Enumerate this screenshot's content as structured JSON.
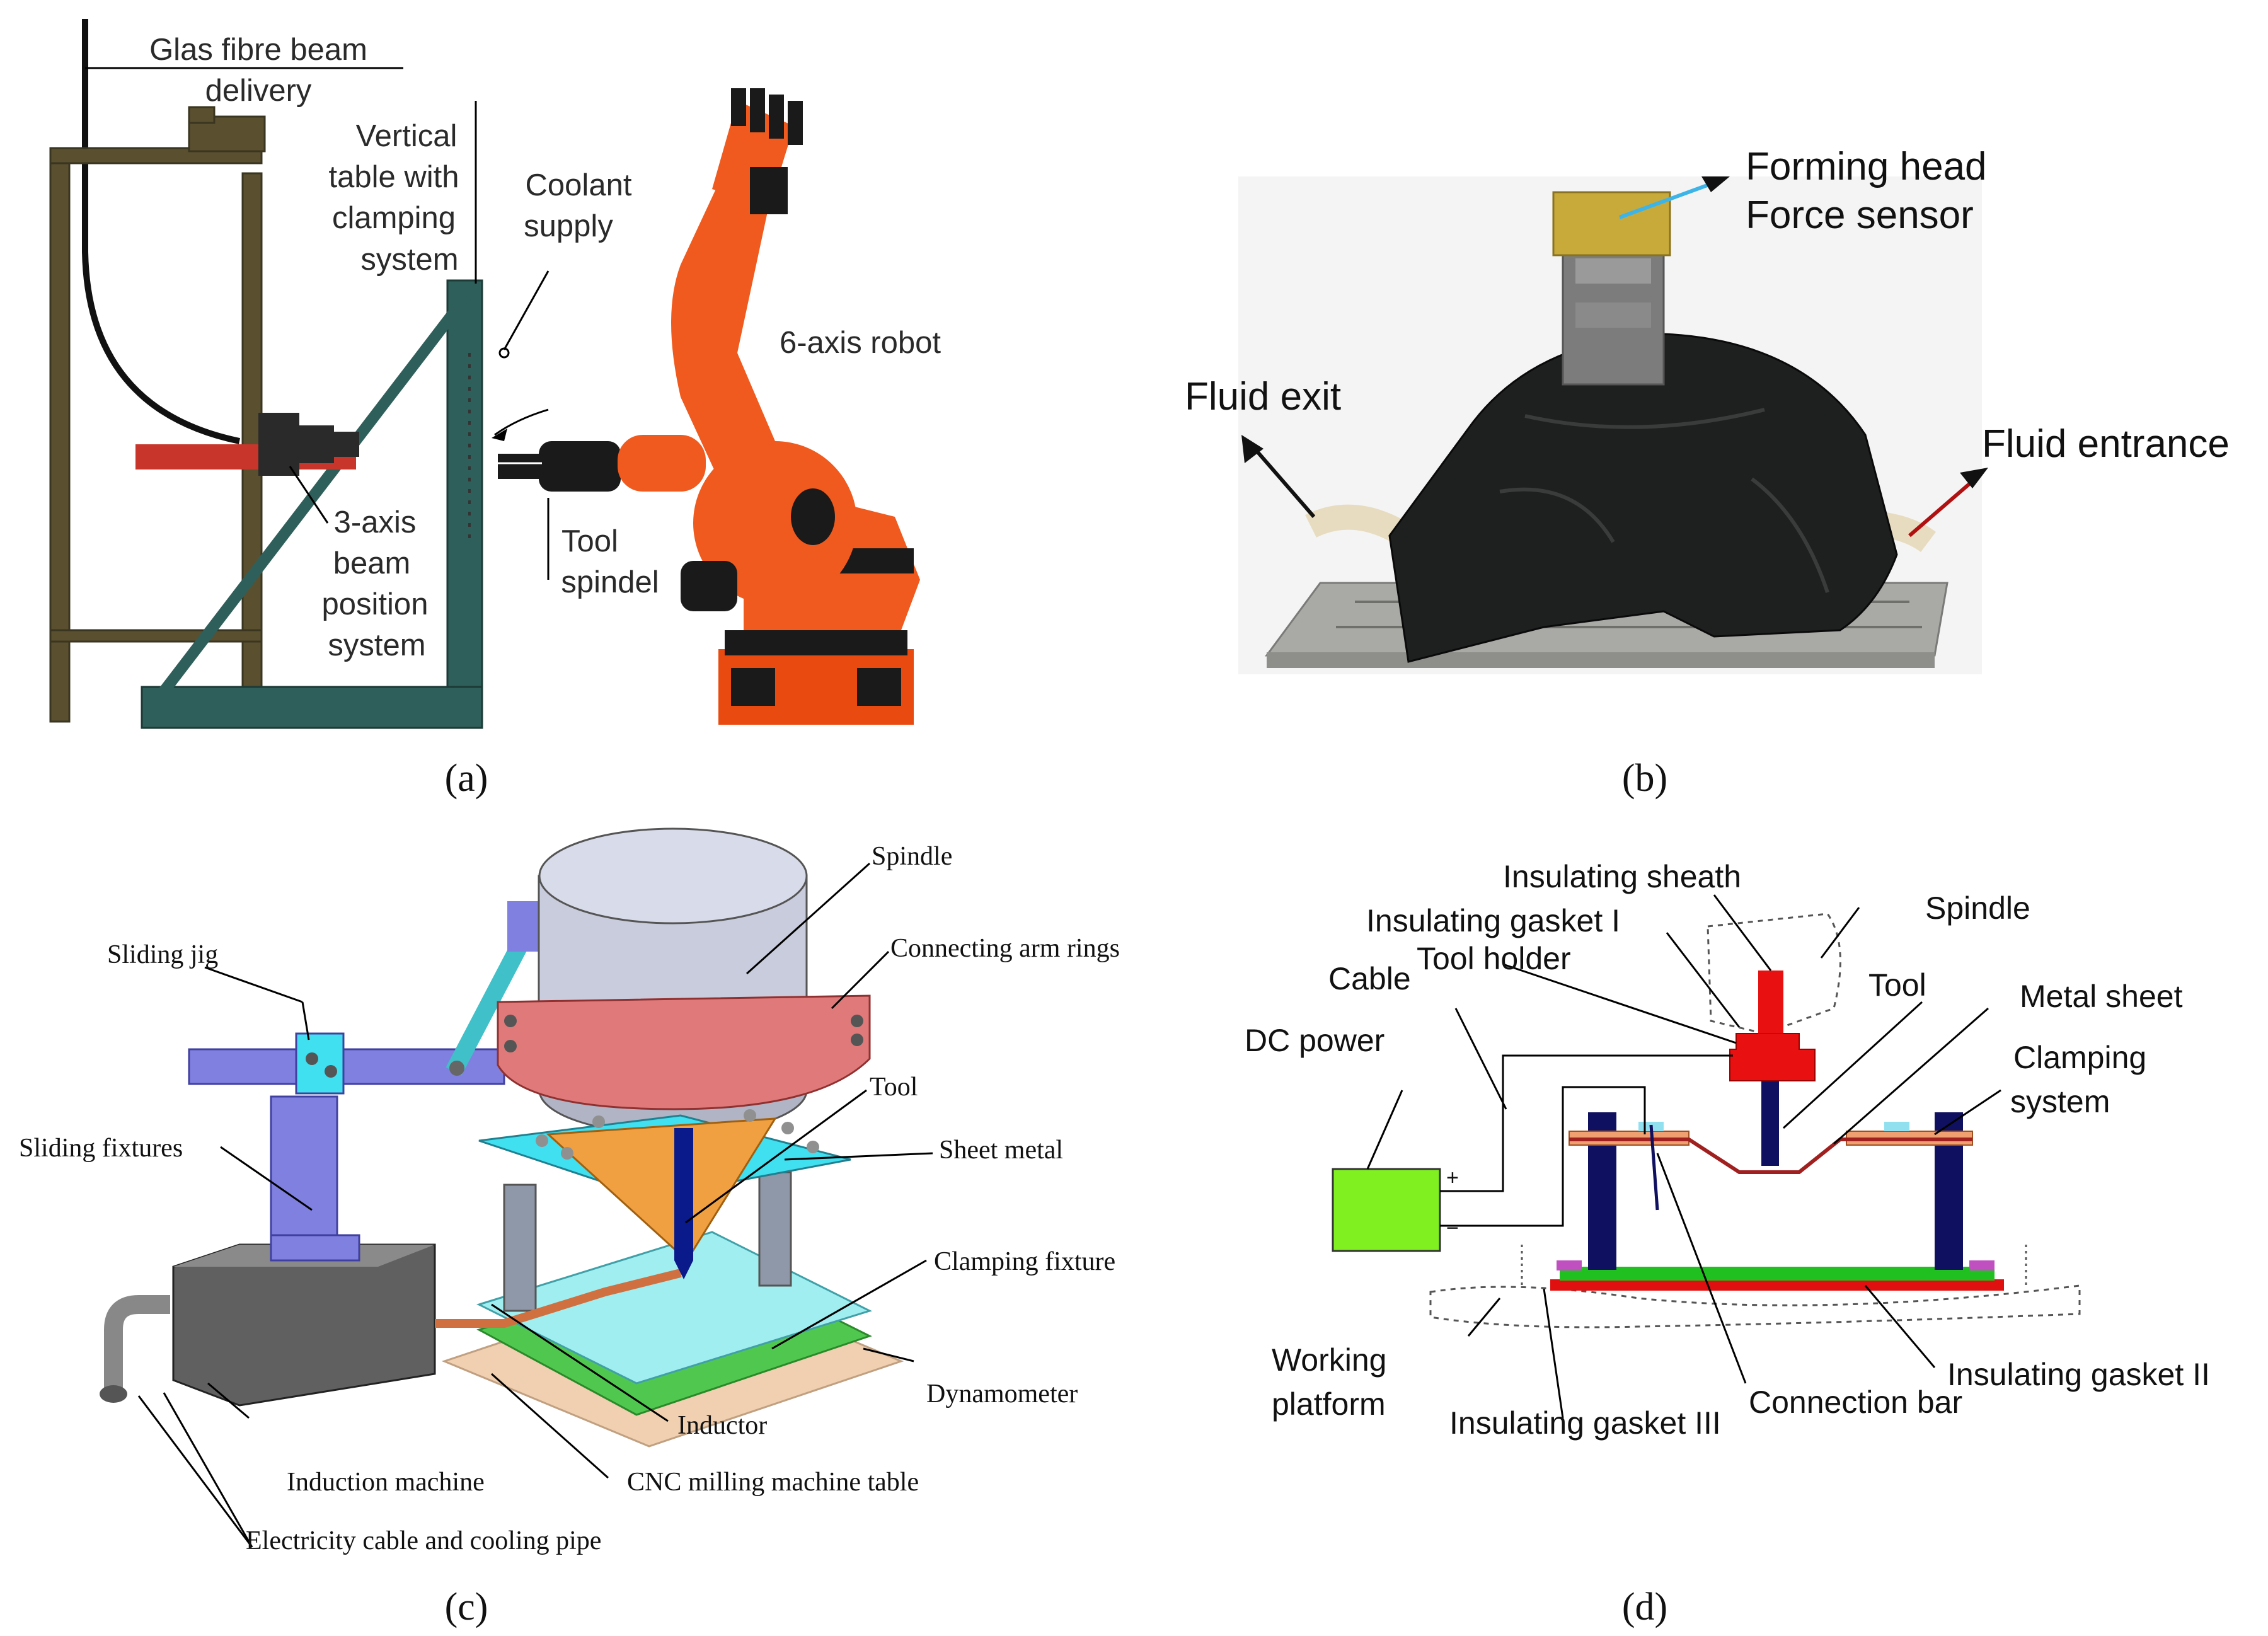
{
  "panels": {
    "a": {
      "caption": "(a)",
      "labels": {
        "glas_fibre": [
          "Glas fibre beam",
          "delivery"
        ],
        "vertical_table": [
          "Vertical",
          "table with",
          "clamping",
          "system"
        ],
        "coolant": [
          "Coolant",
          "supply"
        ],
        "robot": "6-axis robot",
        "beam_position": [
          "3-axis",
          "beam",
          "position",
          "system"
        ],
        "tool_spindel": [
          "Tool",
          "spindel"
        ]
      }
    },
    "b": {
      "caption": "(b)",
      "labels": {
        "forming_head": "Forming head",
        "force_sensor": "Force sensor",
        "fluid_exit": "Fluid exit",
        "fluid_entrance": "Fluid entrance"
      }
    },
    "c": {
      "caption": "(c)",
      "labels": {
        "spindle": "Spindle",
        "connecting_arm_rings": "Connecting arm rings",
        "sliding_jig": "Sliding jig",
        "tool": "Tool",
        "sheet_metal": "Sheet metal",
        "sliding_fixtures": "Sliding fixtures",
        "clamping_fixture": "Clamping fixture",
        "dynamometer": "Dynamometer",
        "inductor": "Inductor",
        "induction_machine": "Induction machine",
        "cnc_table": "CNC milling machine table",
        "cable_pipe": "Electricity cable and cooling pipe"
      }
    },
    "d": {
      "caption": "(d)",
      "labels": {
        "insulating_sheath": "Insulating sheath",
        "insulating_gasket_1": "Insulating gasket I",
        "spindle": "Spindle",
        "cable": "Cable",
        "tool_holder": "Tool holder",
        "tool": "Tool",
        "metal_sheet": "Metal sheet",
        "dc_power": "DC power",
        "clamping_system": [
          "Clamping",
          "system"
        ],
        "plus": "+",
        "minus": "−",
        "working_platform": [
          "Working",
          "platform"
        ],
        "insulating_gasket_3": "Insulating gasket III",
        "connection_bar": "Connection bar",
        "insulating_gasket_2": "Insulating gasket II"
      }
    }
  },
  "colors": {
    "robot_orange": "#f05a1e",
    "frame_olive": "#5a5030",
    "table_teal": "#2f5f5a",
    "spindle_grey": "#c8ccdc",
    "ring_pink": "#e07a7a",
    "fixture_cyan": "#40e0f0",
    "sheet_orange": "#f0a040",
    "tool_blue": "#0a1a8a",
    "jig_purple": "#8080e0",
    "machine_grey": "#707070",
    "dyn_green": "#50c850",
    "table_peach": "#f0d0b0",
    "dc_green": "#80f020",
    "holder_red": "#e81010",
    "post_navy": "#101060",
    "platform_green": "#20c020"
  }
}
